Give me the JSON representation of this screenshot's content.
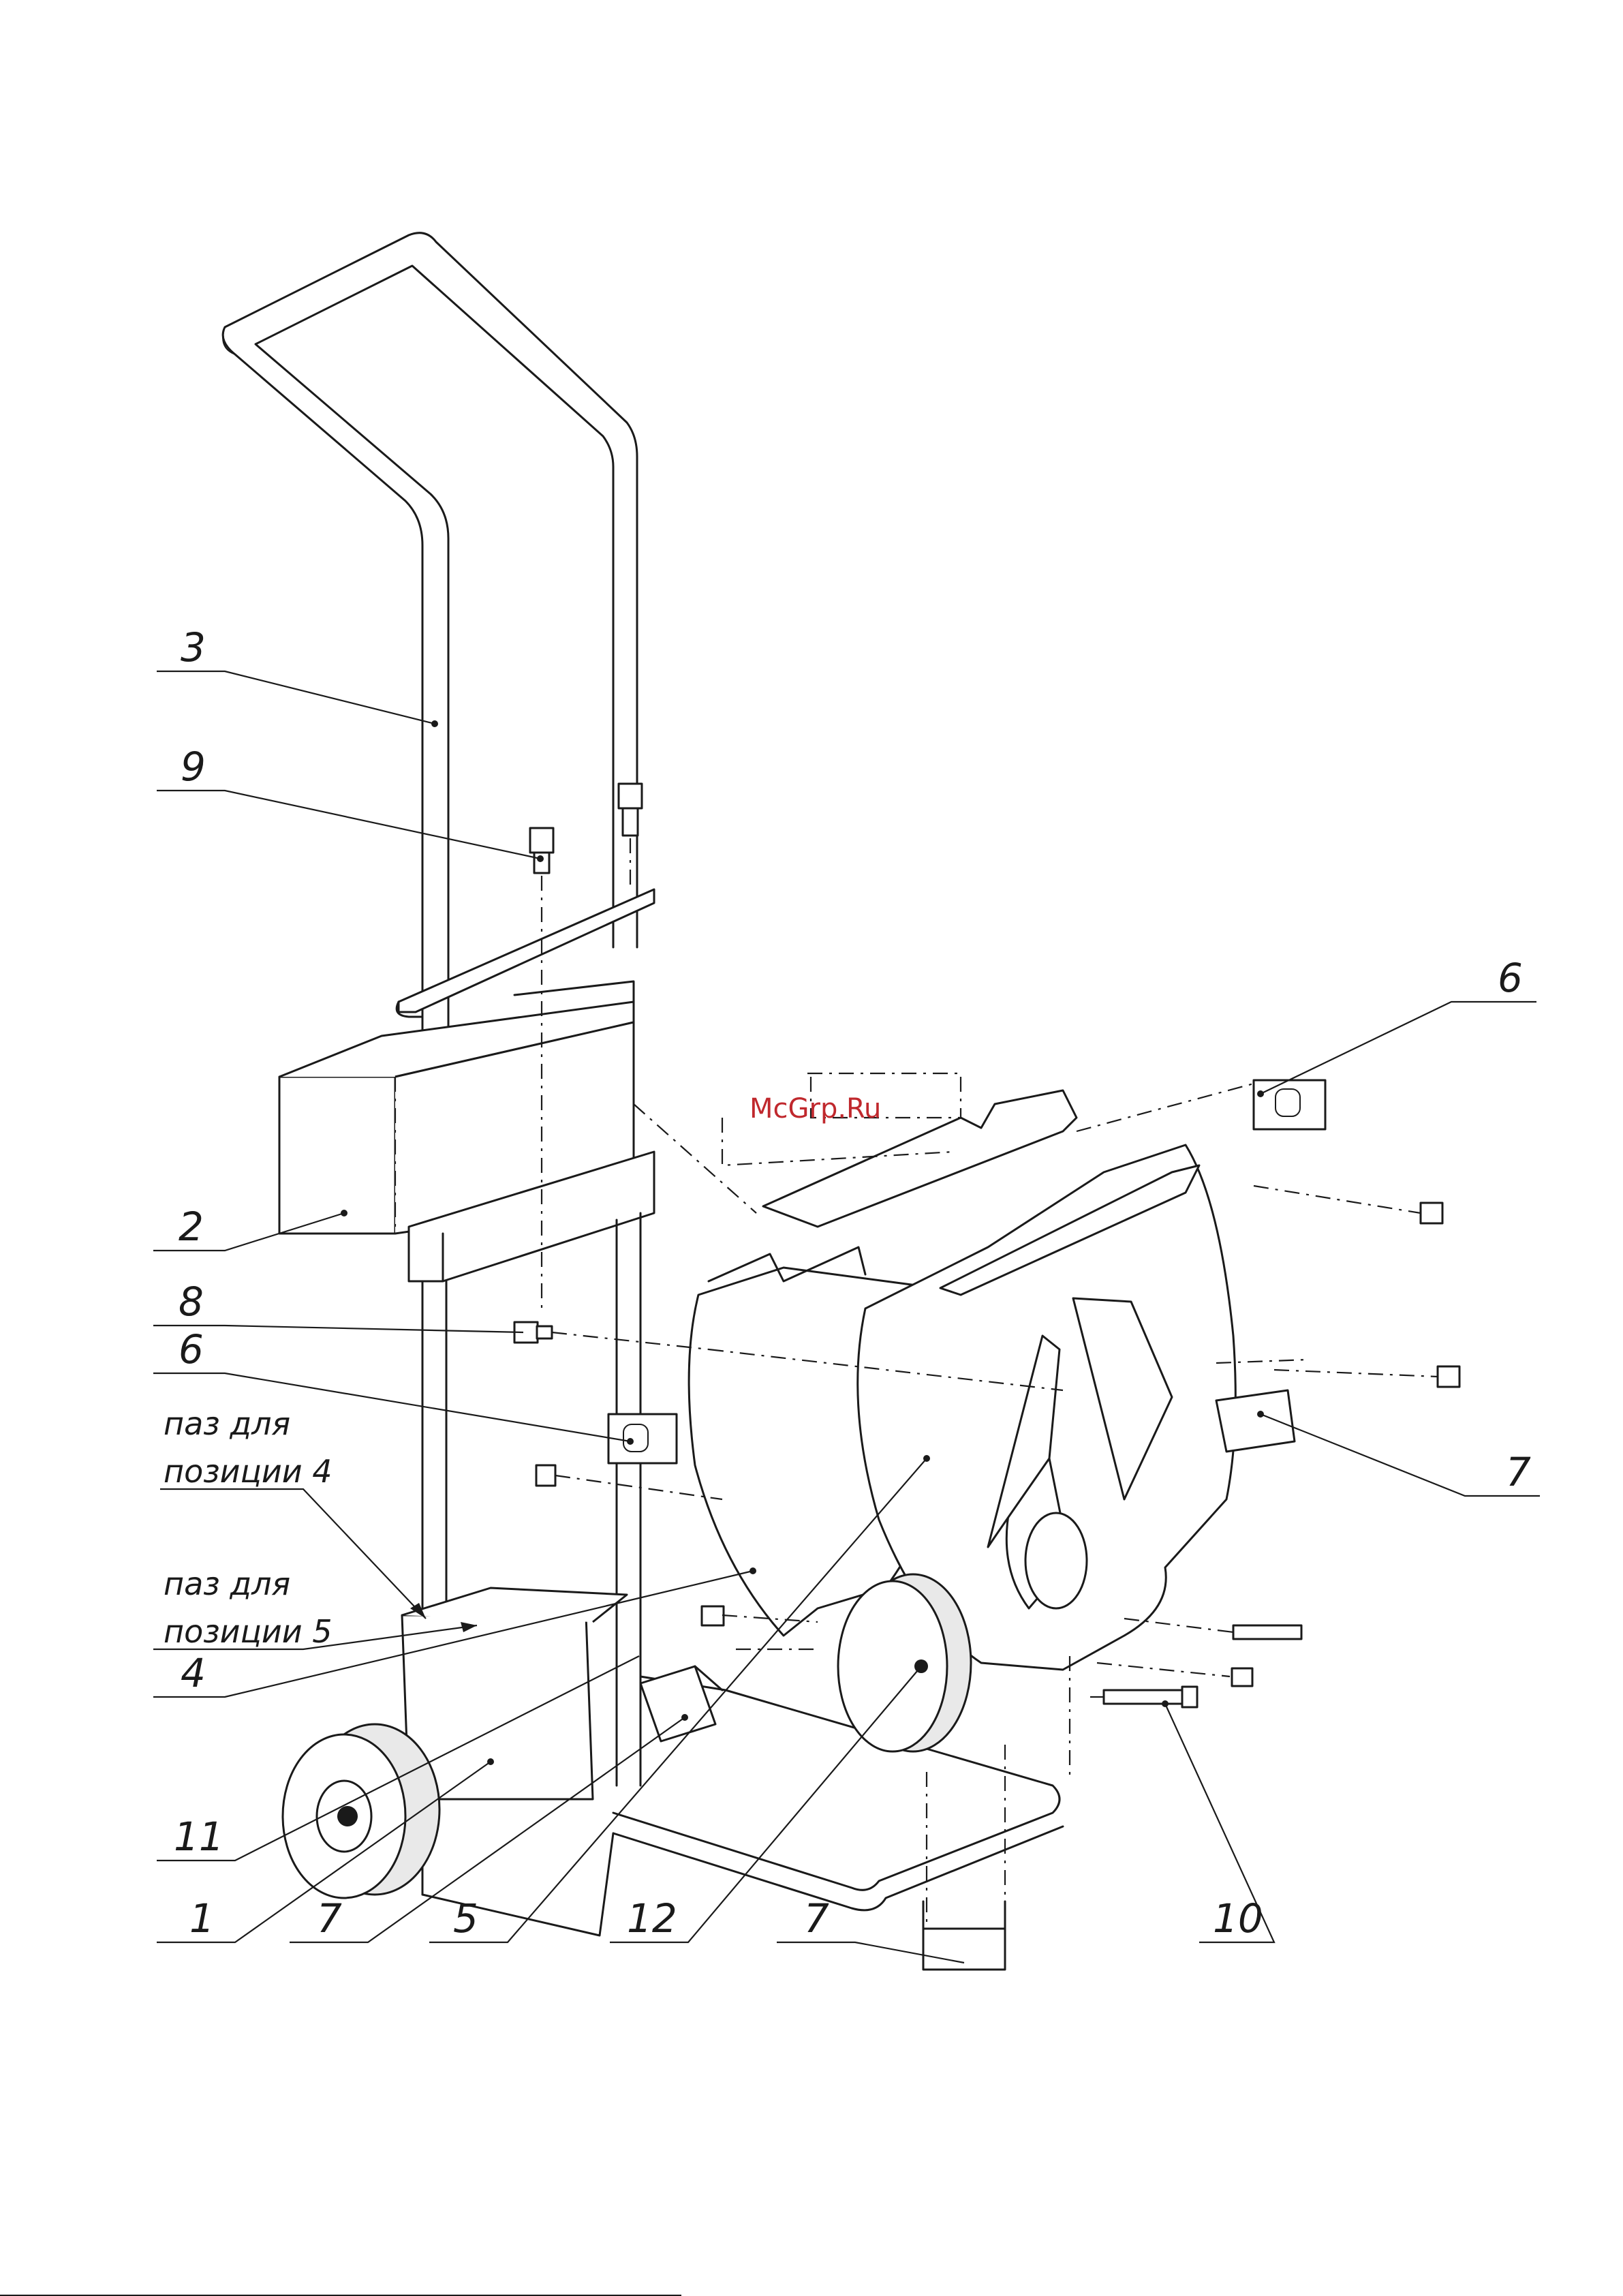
{
  "watermark": {
    "text": "McGrp.Ru",
    "color": "#c0282d"
  },
  "callouts": {
    "c3": "3",
    "c9": "9",
    "c6_right": "6",
    "c2": "2",
    "c8": "8",
    "c6_left": "6",
    "c7_right": "7",
    "c4": "4",
    "c11": "11",
    "c1": "1",
    "c7_bottom_left": "7",
    "c5": "5",
    "c12": "12",
    "c7_bottom": "7",
    "c10": "10"
  },
  "notes": {
    "slot4_line1": "паз для",
    "slot4_line2": "позиции 4",
    "slot5_line1": "паз для",
    "slot5_line2": "позиции 5"
  }
}
